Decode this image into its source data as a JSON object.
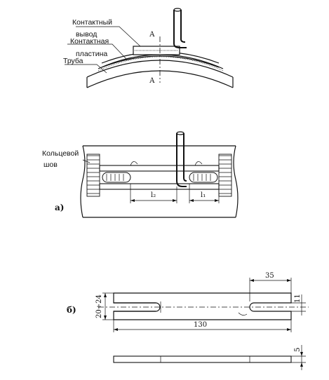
{
  "top": {
    "label_contact_lead": "Контактный",
    "label_contact_lead_2": "вывод",
    "label_contact_plate": "Контактная",
    "label_contact_plate_2": "пластина",
    "label_pipe": "Труба",
    "section_mark": "А"
  },
  "middle": {
    "label_ring_seam": "Кольцевой",
    "label_ring_seam_2": "шов",
    "dim_l2": "l₂",
    "dim_l1": "l₁",
    "figure_label": "а)"
  },
  "bottom": {
    "figure_label": "б)",
    "dim_35": "35",
    "dim_11": "11",
    "dim_width": "20÷24",
    "dim_130": "130",
    "dim_5": "5"
  }
}
